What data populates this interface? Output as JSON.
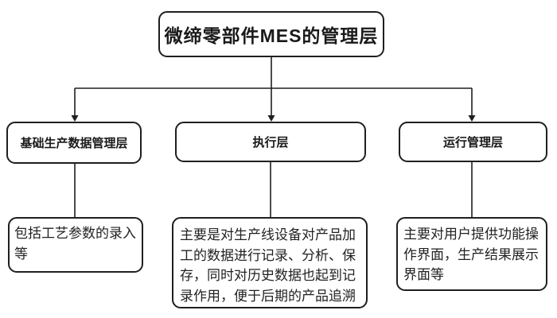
{
  "page": {
    "background": "#ffffff",
    "line_color": "#1f1f1f",
    "text_color": "#1a1a1a"
  },
  "diagram": {
    "type": "flowchart",
    "root": {
      "label": "微缔零部件MES的管理层"
    },
    "branches": [
      {
        "title": "基础生产数据管理层",
        "description": "包括工艺参数的录入等"
      },
      {
        "title": "执行层",
        "description": "主要是对生产线设备对产品加工的数据进行记录、分析、保存，同时对历史数据也起到记录作用，便于后期的产品追溯"
      },
      {
        "title": "运行管理层",
        "description": "主要对用户提供功能操作界面，生产结果展示界面等"
      }
    ]
  }
}
